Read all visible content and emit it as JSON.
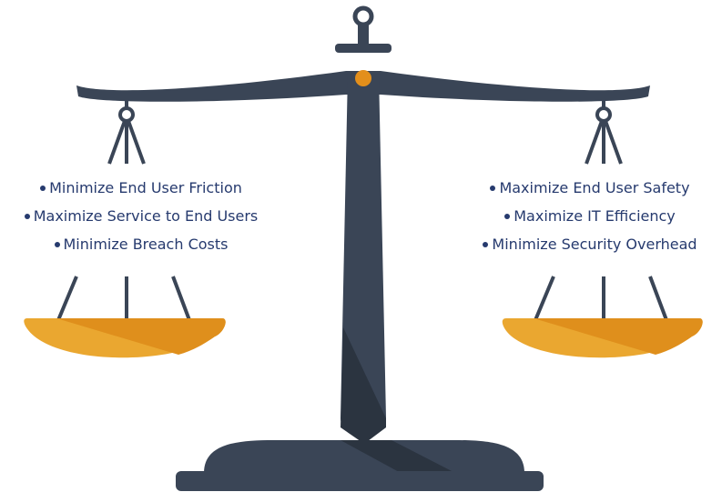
{
  "left_pan": {
    "items": [
      "Minimize End User Friction",
      "Maximize Service to End Users",
      "Minimize Breach Costs"
    ]
  },
  "right_pan": {
    "items": [
      "Maximize End User Safety",
      "Maximize IT Efficiency",
      "Minimize Security Overhead"
    ]
  },
  "colors": {
    "frame": "#3a4556",
    "frame_shadow": "#2b3440",
    "pan_gold": "#eaa730",
    "pan_dark": "#df8f1c",
    "pivot": "#e38f1b",
    "text": "#263a6e"
  },
  "icons": {
    "scale": "balance-scale-icon"
  }
}
